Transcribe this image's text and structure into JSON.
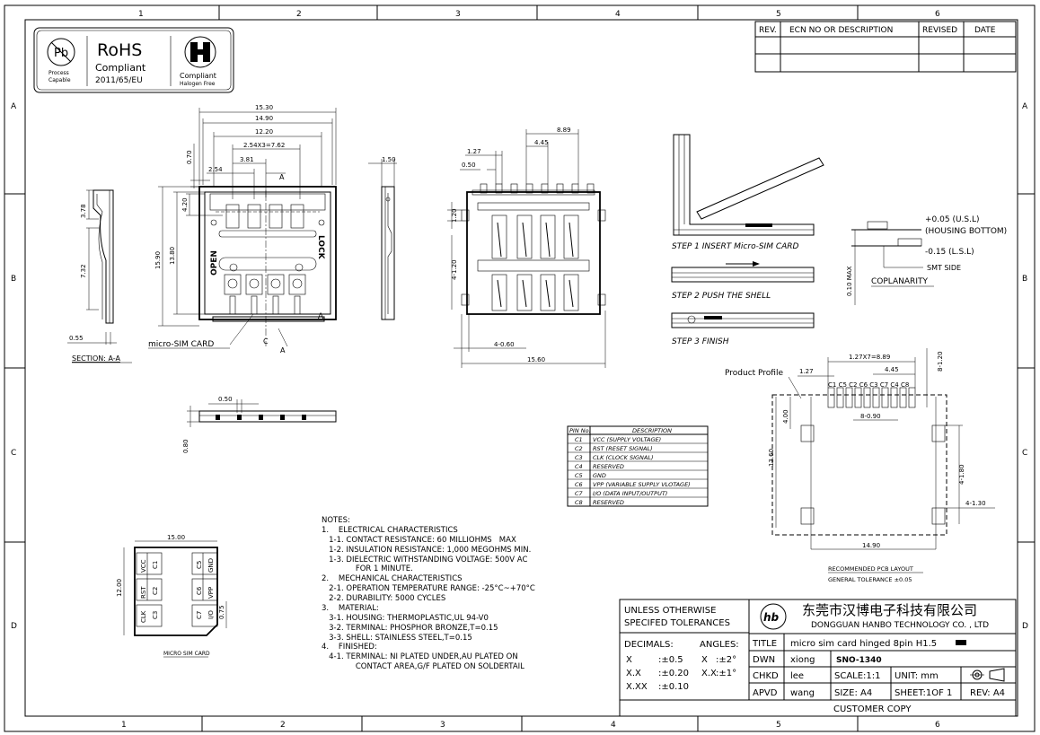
{
  "border": {
    "cols_top": [
      "1",
      "2",
      "3",
      "4",
      "5",
      "6"
    ],
    "cols_bottom": [
      "1",
      "2",
      "3",
      "4",
      "5",
      "6"
    ],
    "rows": [
      "A",
      "B",
      "C",
      "D"
    ]
  },
  "logos": {
    "pb_symbol": "Pb",
    "process_capable": "Process",
    "process_capable2": "Capable",
    "rohs": "RoHS",
    "rohs_compliant": "Compliant",
    "rohs_directive": "2011/65/EU",
    "halogen_compliant": "Compliant",
    "halogen_free": "Halogen Free"
  },
  "revision_table": {
    "headers": [
      "REV.",
      "ECN NO OR DESCRIPTION",
      "REVISED",
      "DATE"
    ]
  },
  "top_view": {
    "dim_1530": "15.30",
    "dim_1490": "14.90",
    "dim_1220": "12.20",
    "dim_254x3": "2.54X3=7.62",
    "dim_381": "3.81",
    "dim_254": "2.54",
    "dim_070": "0.70",
    "dim_420": "4.20",
    "dim_1380": "13.80",
    "dim_1590": "15.90",
    "label_open": "OPEN",
    "label_lock": "LOCK",
    "sec_a_top": "A",
    "sec_a_bottom": "A",
    "sec_c": "C",
    "label_card": "micro-SIM CARD",
    "corner_a": "A"
  },
  "section_view": {
    "dim_378": "3.78",
    "dim_732": "7.32",
    "dim_055": "0.55",
    "title": "SECTION: A-A"
  },
  "side_view": {
    "dim_150": "1.50"
  },
  "bottom_view": {
    "dim_889": "8.89",
    "dim_445": "4.45",
    "dim_127": "1.27",
    "dim_050": "0.50",
    "dim_120": "1.20",
    "dim_4x120": "4-1.20",
    "dim_4x060": "4-0.60",
    "dim_1560": "15.60"
  },
  "steps": {
    "step1": "STEP 1 INSERT Micro-SIM CARD",
    "step2": "STEP 2 PUSH THE SHELL",
    "step3": "STEP 3  FINISH"
  },
  "coplanarity": {
    "upper": "+0.05 (U.S.L)",
    "housing": "(HOUSING BOTTOM)",
    "lower": "-0.15 (L.S.L)",
    "smt": "SMT SIDE",
    "max": "0.10 MAX",
    "title": "COPLANARITY"
  },
  "front_view": {
    "dim_050": "0.50",
    "dim_080": "0.80"
  },
  "pin_table": {
    "headers": [
      "PIN No.",
      "DESCRIPTION"
    ],
    "rows": [
      [
        "C1",
        "VCC (SUPPLY VOLTAGE)"
      ],
      [
        "C2",
        "RST (RESET SIGNAL)"
      ],
      [
        "C3",
        "CLK (CLOCK SIGNAL)"
      ],
      [
        "C4",
        "RESERVED"
      ],
      [
        "C5",
        "GND"
      ],
      [
        "C6",
        "VPP (VARIABLE SUPPLY VLOTAGE)"
      ],
      [
        "C7",
        "I/O (DATA INPUT/OUTPUT)"
      ],
      [
        "C8",
        "RESERVED"
      ]
    ]
  },
  "pcb_layout": {
    "product_profile": "Product Profile",
    "dim_127": "1.27",
    "dim_127x7": "1.27X7=8.89",
    "dim_445": "4.45",
    "dim_8x120": "8-1.20",
    "contacts": "C1 C5 C2 C6 C3 C7 C4 C8",
    "dim_8x090": "8-0.90",
    "dim_400": "4.00",
    "dim_1360": "13.60",
    "dim_4x180": "4-1.80",
    "dim_4x130": "4-1.30",
    "dim_1490": "14.90",
    "title": "RECOMMENDED PCB LAYOUT",
    "tolerance": "GENERAL TOLERANCE ±0.05"
  },
  "micro_sim": {
    "dim_1500": "15.00",
    "dim_1200": "12.00",
    "dim_075": "0.75",
    "title": "MICRO SIM CARD",
    "pads": [
      [
        "VCC",
        "C1"
      ],
      [
        "RST",
        "C2"
      ],
      [
        "CLK",
        "C3"
      ],
      [
        "GND",
        "C5"
      ],
      [
        "VPP",
        "C6"
      ],
      [
        "I/O",
        "C7"
      ]
    ]
  },
  "notes": {
    "lines": [
      "NOTES:",
      "1.    ELECTRICAL CHARACTERISTICS",
      "   1-1. CONTACT RESISTANCE: 60 MILLIOHMS   MAX",
      "   1-2. INSULATION RESISTANCE: 1,000 MEGOHMS MIN.",
      "   1-3. DIELECTRIC WITHSTANDING VOLTAGE: 500V AC",
      "              FOR 1 MINUTE.",
      "2.    MECHANICAL CHARACTERISTICS",
      "   2-1. OPERATION TEMPERATURE RANGE: -25°C~+70°C",
      "   2-2. DURABILITY: 5000 CYCLES",
      "3.    MATERIAL:",
      "   3-1. HOUSING: THERMOPLASTIC,UL 94-V0",
      "   3-2. TERMINAL: PHOSPHOR BRONZE,T=0.15",
      "   3-3. SHELL: STAINLESS STEEL,T=0.15",
      "4.    FINISHED:",
      "   4-1. TERMINAL: NI PLATED UNDER,AU PLATED ON",
      "              CONTACT AREA,G/F PLATED ON SOLDERTAIL"
    ]
  },
  "title_block": {
    "unless1": "UNLESS OTHERWISE",
    "unless2": "SPECIFED TOLERANCES",
    "decimals": "DECIMALS:",
    "angles": "ANGLES:",
    "x": "X",
    "x_tol": ":±0.5",
    "xx": "X.X",
    "xx_tol": ":±0.20",
    "xxx": "X.XX",
    "xxx_tol": ":±0.10",
    "ang_x": "X",
    "ang_x_tol": ":±2°",
    "ang_xx": "X.X",
    "ang_xx_tol": ":±1°",
    "company_cn": "东莞市汉博电子科技有限公司",
    "company_en": "DONGGUAN HANBO TECHNOLOGY CO. , LTD",
    "title_label": "TITLE",
    "title_value": "micro sim card hinged 8pin H1.5",
    "dwn_label": "DWN",
    "dwn_value": "xiong",
    "part_no": "SNO-1340",
    "chkd_label": "CHKD",
    "chkd_value": "lee",
    "scale": "SCALE:1:1",
    "unit": "UNIT:   mm",
    "apvd_label": "APVD",
    "apvd_value": "wang",
    "size": "SIZE: A4",
    "sheet": "SHEET:1OF 1",
    "rev": "REV: A4",
    "copy": "CUSTOMER COPY"
  }
}
